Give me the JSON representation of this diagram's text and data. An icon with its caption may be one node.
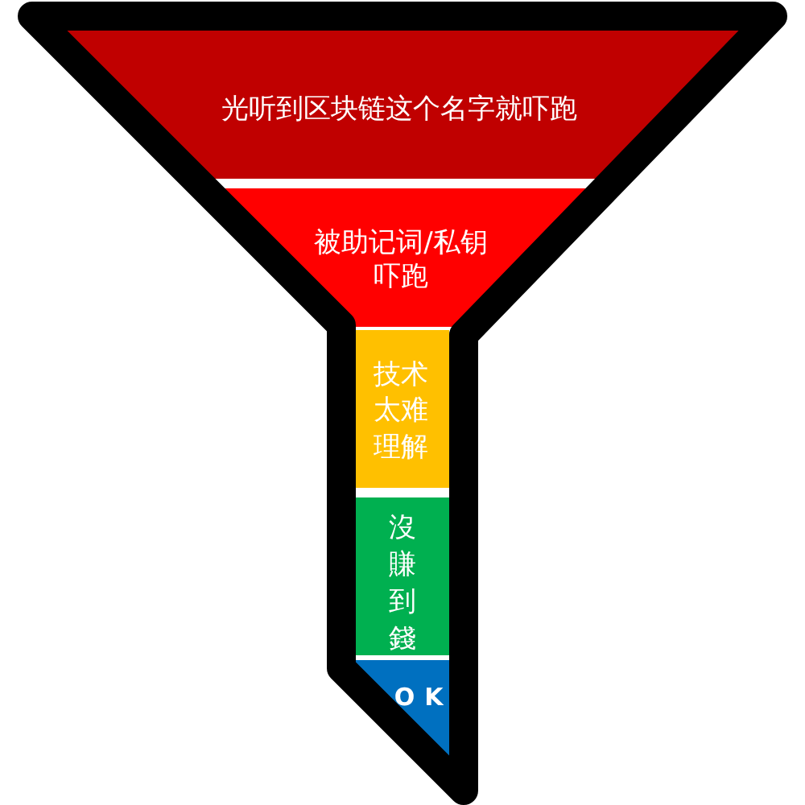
{
  "diagram": {
    "nodes": [
      {
        "text": [
          "光听到区块链这个名字就吓跑"
        ]
      },
      {
        "text": [
          "被助记词/私钥吓跑"
        ]
      },
      {
        "text": [
          "技术太难理解"
        ]
      },
      {
        "text": [
          "沒賺到錢"
        ]
      },
      {
        "text": [
          "OK"
        ]
      }
    ]
  }
}
